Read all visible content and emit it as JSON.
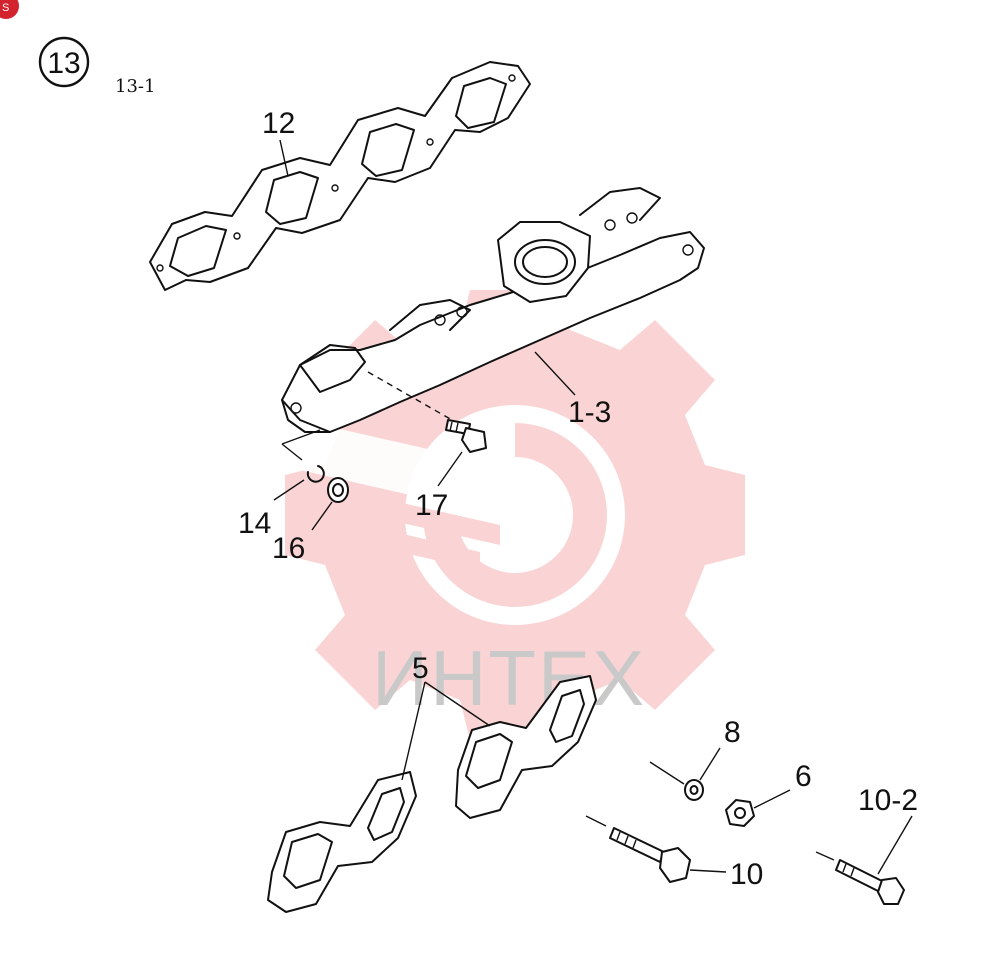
{
  "diagram": {
    "group_number": "13",
    "sub_reference": "13-1",
    "watermark": {
      "text": "ИНТЕХ",
      "color": "#f6b2b2"
    },
    "corner_badge": {
      "text": "S",
      "color": "#d3232f"
    },
    "callouts": {
      "gasket_top": "12",
      "manifold": "1-3",
      "clip": "14",
      "spacer": "16",
      "stud": "17",
      "gaskets_bottom": "5",
      "washer": "8",
      "nut": "6",
      "bolt_long": "10-2",
      "bolt": "10"
    }
  }
}
